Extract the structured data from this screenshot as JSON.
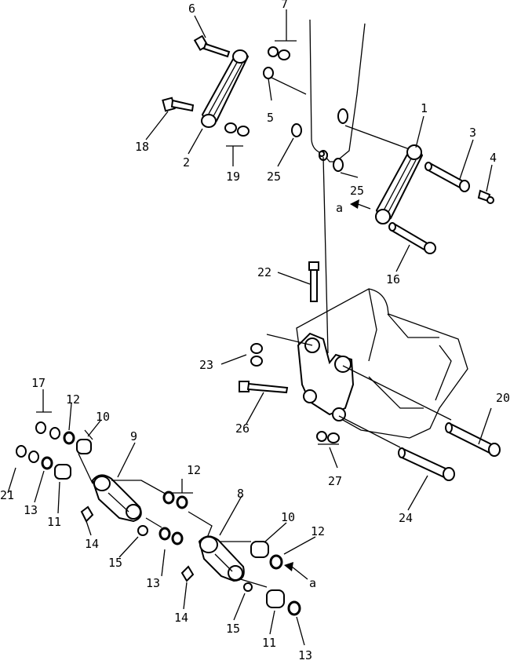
{
  "callouts": {
    "c1": "1",
    "c2": "2",
    "c3": "3",
    "c4": "4",
    "c5": "5",
    "c6": "6",
    "c7": "7",
    "c8": "8",
    "c9": "9",
    "c10a": "10",
    "c10b": "10",
    "c11a": "11",
    "c11b": "11",
    "c12a": "12",
    "c12b": "12",
    "c12c": "12",
    "c13a": "13",
    "c13b": "13",
    "c13c": "13",
    "c14a": "14",
    "c14b": "14",
    "c15a": "15",
    "c15b": "15",
    "c16": "16",
    "c17": "17",
    "c18": "18",
    "c19": "19",
    "c20": "20",
    "c21": "21",
    "c22": "22",
    "c23": "23",
    "c24": "24",
    "c25a": "25",
    "c25b": "25",
    "c26": "26",
    "c27": "27",
    "ref_a_top": "a",
    "ref_a_bottom": "a"
  }
}
